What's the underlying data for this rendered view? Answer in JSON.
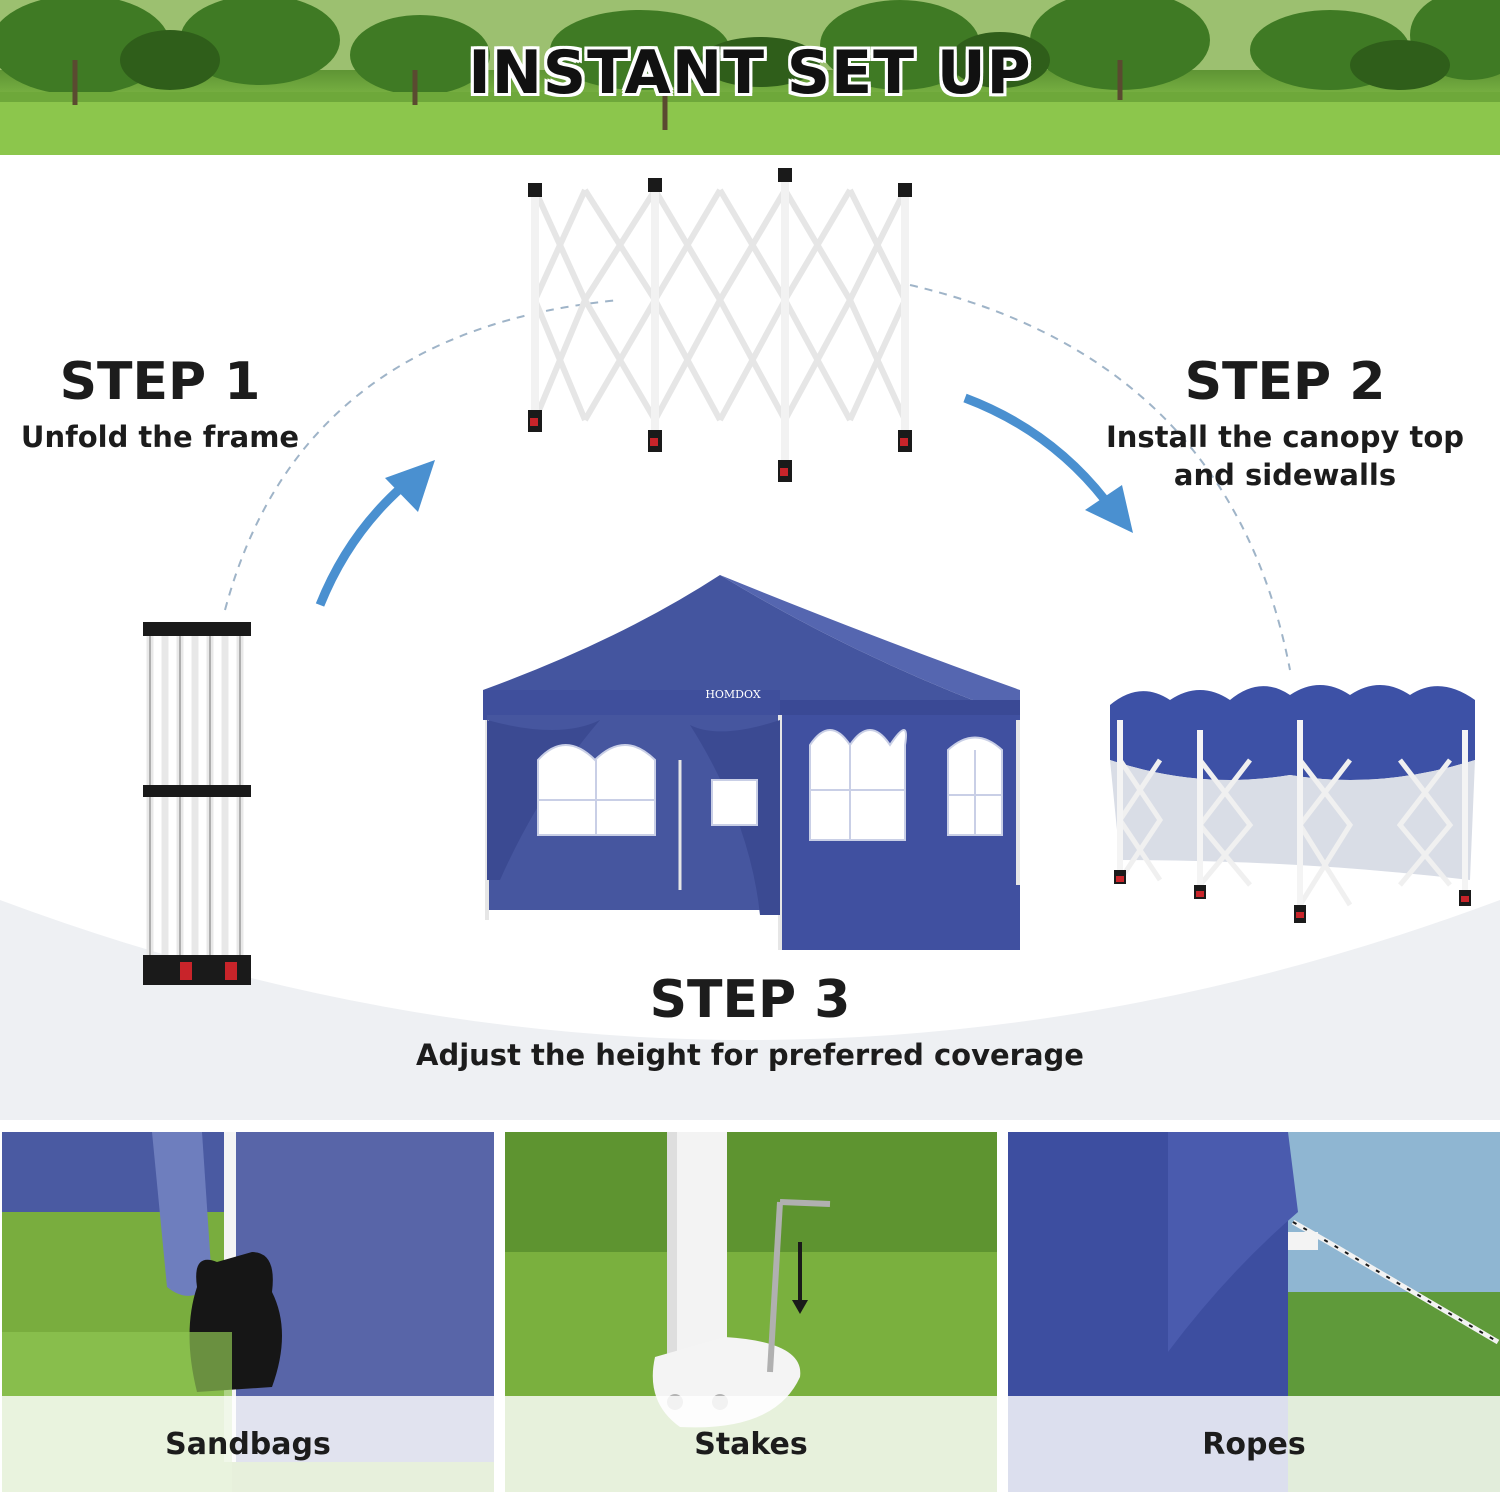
{
  "banner": {
    "title": "INSTANT SET UP"
  },
  "steps": [
    {
      "title": "STEP 1",
      "description": "Unfold the frame"
    },
    {
      "title": "STEP 2",
      "description_line1": "Install the canopy top",
      "description_line2": "and sidewalls"
    },
    {
      "title": "STEP 3",
      "description": "Adjust the height for preferred coverage"
    }
  ],
  "tent": {
    "brand": "HOMDOX"
  },
  "accessories": [
    {
      "label": "Sandbags"
    },
    {
      "label": "Stakes"
    },
    {
      "label": "Ropes"
    }
  ],
  "colors": {
    "canopy_blue": "#3f4f9c",
    "arrow_blue": "#4a90d0",
    "grass_green": "#6aa83a"
  }
}
